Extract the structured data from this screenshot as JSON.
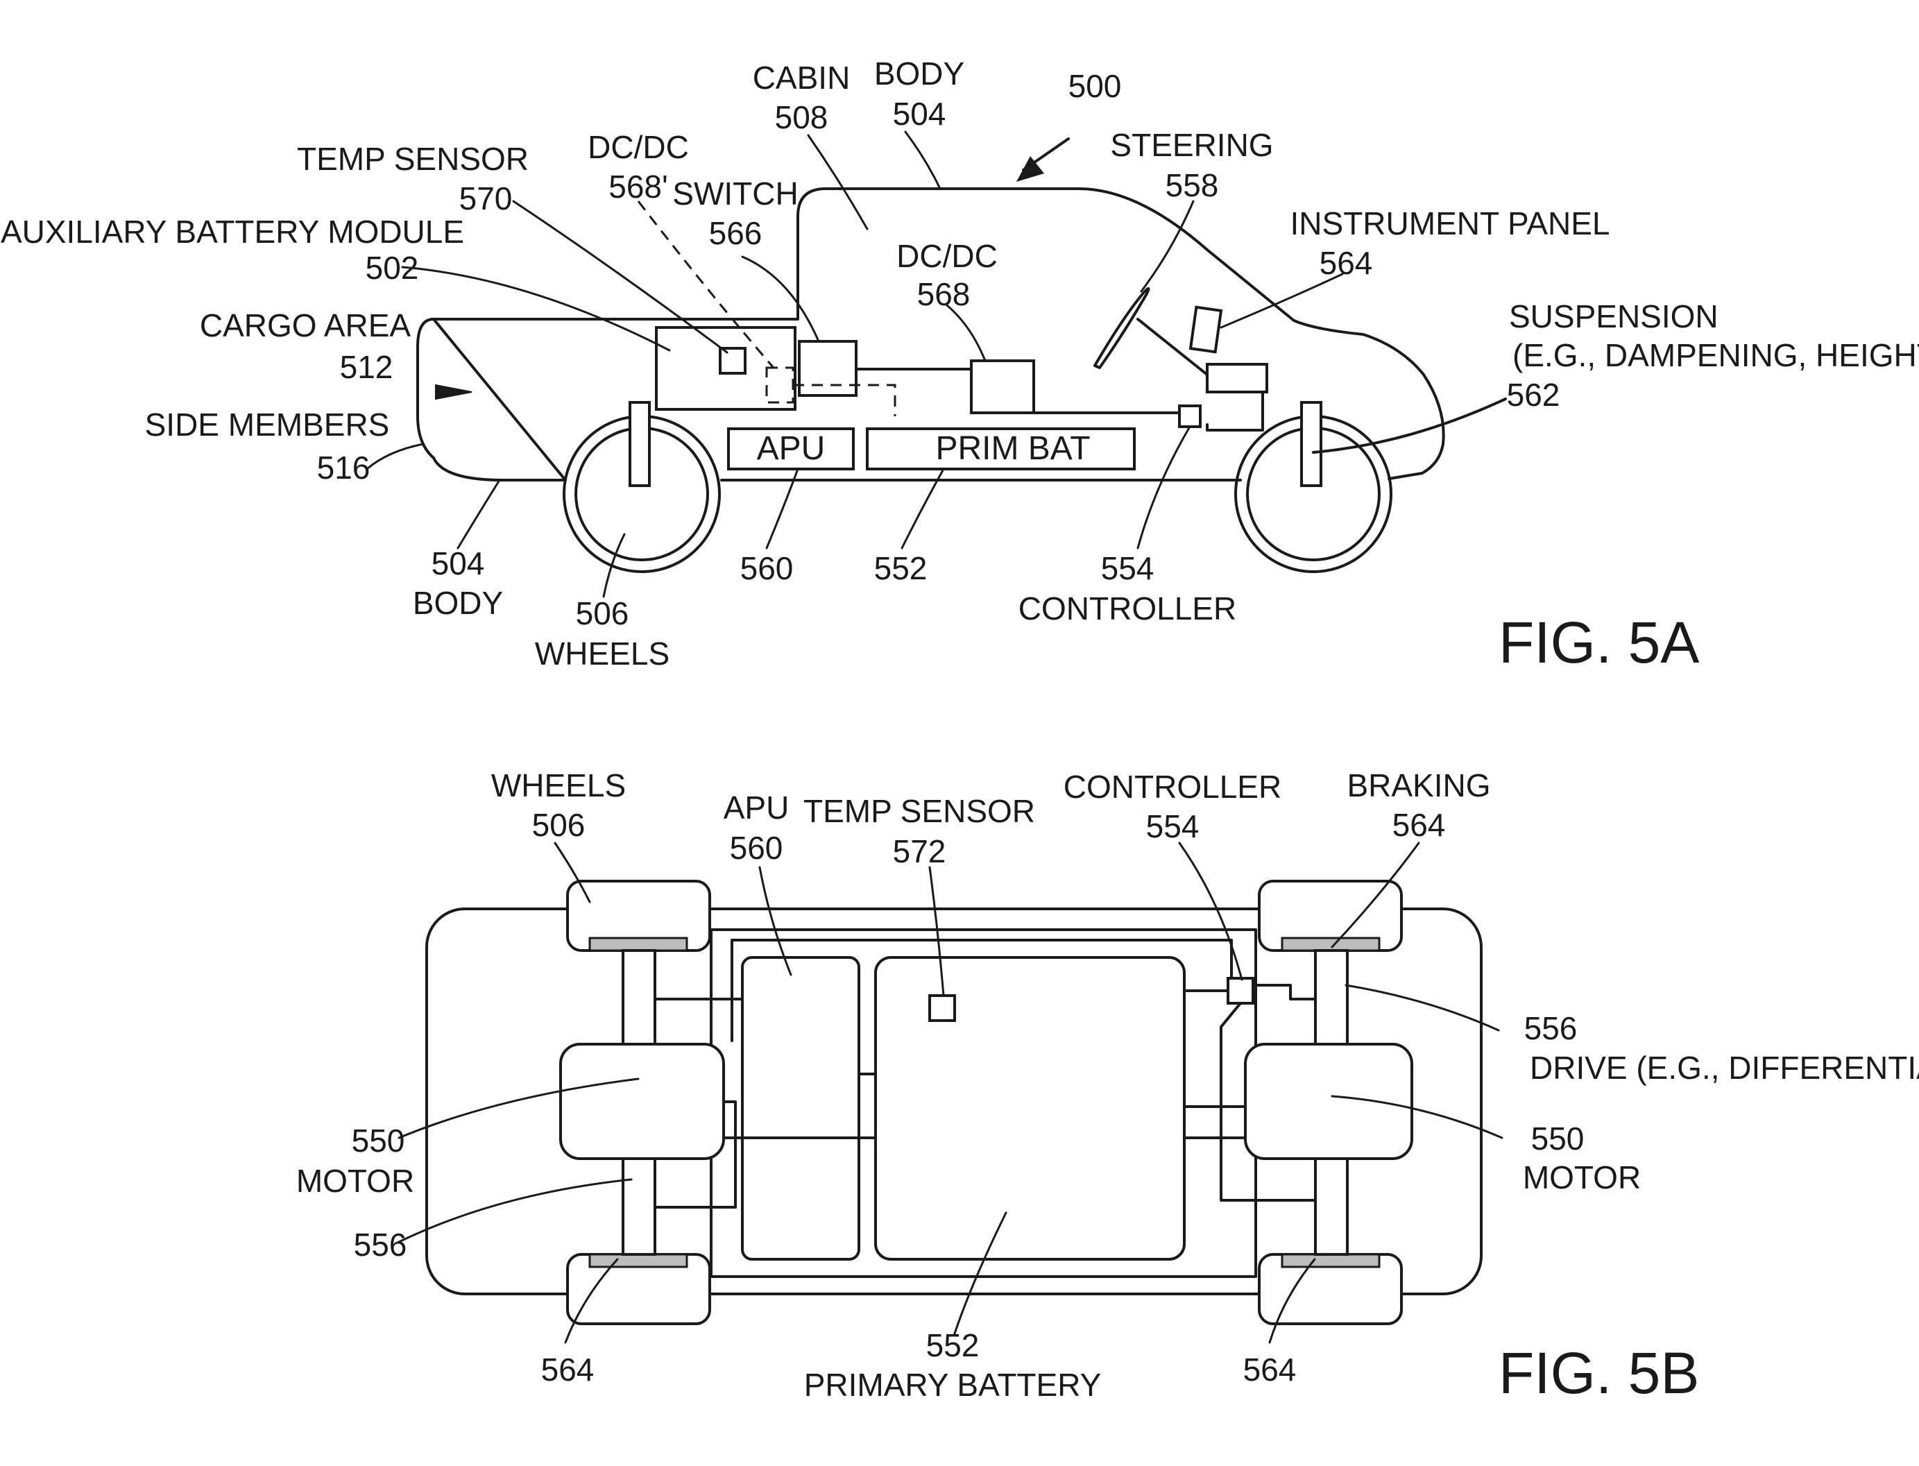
{
  "fig5a": {
    "caption": "FIG. 5A",
    "labels": {
      "cabin_name": "CABIN",
      "cabin_num": "508",
      "body_top_name": "BODY",
      "body_top_num": "504",
      "ref_500": "500",
      "temp_sensor_name": "TEMP SENSOR",
      "temp_sensor_num": "570",
      "dcdc_prime_name": "DC/DC",
      "dcdc_prime_num": "568'",
      "switch_name": "SWITCH",
      "switch_num": "566",
      "aux_battery_name": "AUXILIARY BATTERY MODULE",
      "aux_battery_num": "502",
      "dcdc_name": "DC/DC",
      "dcdc_num": "568",
      "steering_name": "STEERING",
      "steering_num": "558",
      "instrument_panel_name": "INSTRUMENT PANEL",
      "instrument_panel_num": "564",
      "cargo_name": "CARGO AREA",
      "cargo_num": "512",
      "suspension_name": "SUSPENSION",
      "suspension_detail": "(E.G., DAMPENING, HEIGHT)",
      "suspension_num": "562",
      "side_members_name": "SIDE MEMBERS",
      "side_members_num": "516",
      "apu_box": "APU",
      "prim_bat_box": "PRIM BAT",
      "body_bottom_num": "504",
      "body_bottom_name": "BODY",
      "wheels_num": "506",
      "wheels_name": "WHEELS",
      "apu_num": "560",
      "prim_bat_num": "552",
      "controller_num": "554",
      "controller_name": "CONTROLLER"
    }
  },
  "fig5b": {
    "caption": "FIG. 5B",
    "labels": {
      "wheels_name": "WHEELS",
      "wheels_num": "506",
      "apu_name": "APU",
      "apu_num": "560",
      "temp_sensor_name": "TEMP SENSOR",
      "temp_sensor_num": "572",
      "controller_name": "CONTROLLER",
      "controller_num": "554",
      "braking_name": "BRAKING",
      "braking_num": "564",
      "drive_num": "556",
      "drive_name": "DRIVE (E.G., DIFFERENTIAL)",
      "motor_left_num": "550",
      "motor_left_name": "MOTOR",
      "motor_right_num": "550",
      "motor_right_name": "MOTOR",
      "drive_left_num": "556",
      "brake_bl_num": "564",
      "brake_br_num": "564",
      "primary_battery_num": "552",
      "primary_battery_name": "PRIMARY BATTERY"
    }
  }
}
